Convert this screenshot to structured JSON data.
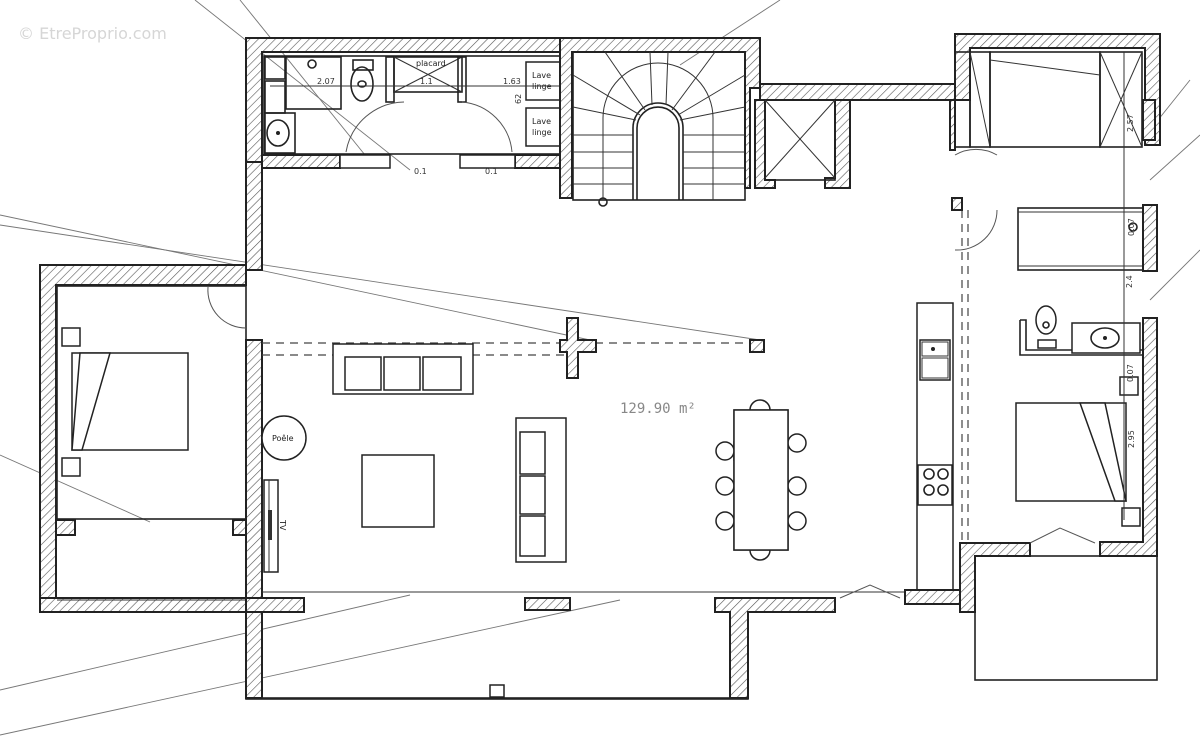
{
  "watermark": {
    "text": "EtreProprio.com",
    "icon": "copyright-icon"
  },
  "plan": {
    "total_area_label": "129.90  m²",
    "rooms": {
      "wc_laundry": {
        "closet_label": "placard",
        "appliance_1_label": "Lave linge",
        "appliance_2_label": "Lave linge",
        "dim_width_1": "2.07",
        "dim_width_2": "1.1",
        "dim_width_3": "1.63",
        "dim_height": "62",
        "door_note_1": "0.1",
        "door_note_2": "0.1"
      },
      "living": {
        "stove_label": "Poêle",
        "tv_label": "TV"
      },
      "right_wing": {
        "dim_1": "2.57",
        "dim_2": "0.07",
        "dim_3": "2.4",
        "dim_4": "0.07",
        "dim_5": "2.95"
      }
    },
    "colors": {
      "line": "#222222",
      "background": "#ffffff",
      "guide": "#777777",
      "area_text": "#888888",
      "watermark": "#d8d8d8"
    }
  }
}
